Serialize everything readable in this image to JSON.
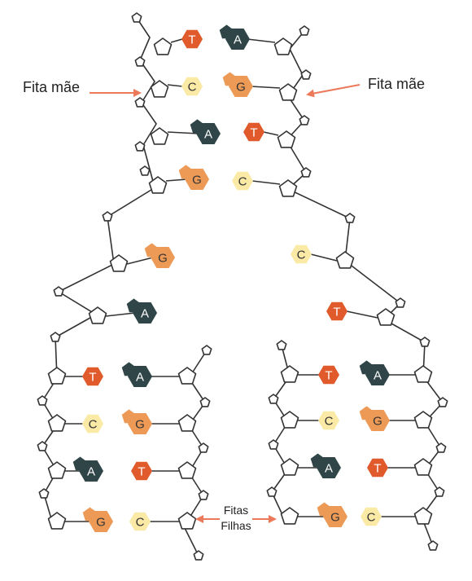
{
  "labels": {
    "parent_left": "Fita mãe",
    "parent_right": "Fita mãe",
    "daughters_line1": "Fitas",
    "daughters_line2": "Filhas"
  },
  "colors": {
    "T": "#e05a2b",
    "A": "#2f4548",
    "C": "#fbe9a6",
    "G": "#ec9a56",
    "arrow": "#ec7a5a",
    "backbone": "#333333"
  },
  "bases": {
    "top_left": [
      "T",
      "C",
      "A",
      "G"
    ],
    "top_right": [
      "A",
      "G",
      "T",
      "C"
    ],
    "mid_left": [
      "G",
      "A"
    ],
    "mid_right": [
      "C",
      "T"
    ],
    "bottom_left_pairs": [
      [
        "T",
        "A"
      ],
      [
        "C",
        "G"
      ],
      [
        "A",
        "T"
      ],
      [
        "G",
        "C"
      ]
    ],
    "bottom_right_pairs": [
      [
        "T",
        "A"
      ],
      [
        "C",
        "G"
      ],
      [
        "A",
        "T"
      ],
      [
        "G",
        "C"
      ]
    ]
  },
  "icons": {
    "arrow": "arrow-icon",
    "sugar": "pentagon-sugar-icon",
    "phosphate": "pentagon-phosphate-icon"
  }
}
